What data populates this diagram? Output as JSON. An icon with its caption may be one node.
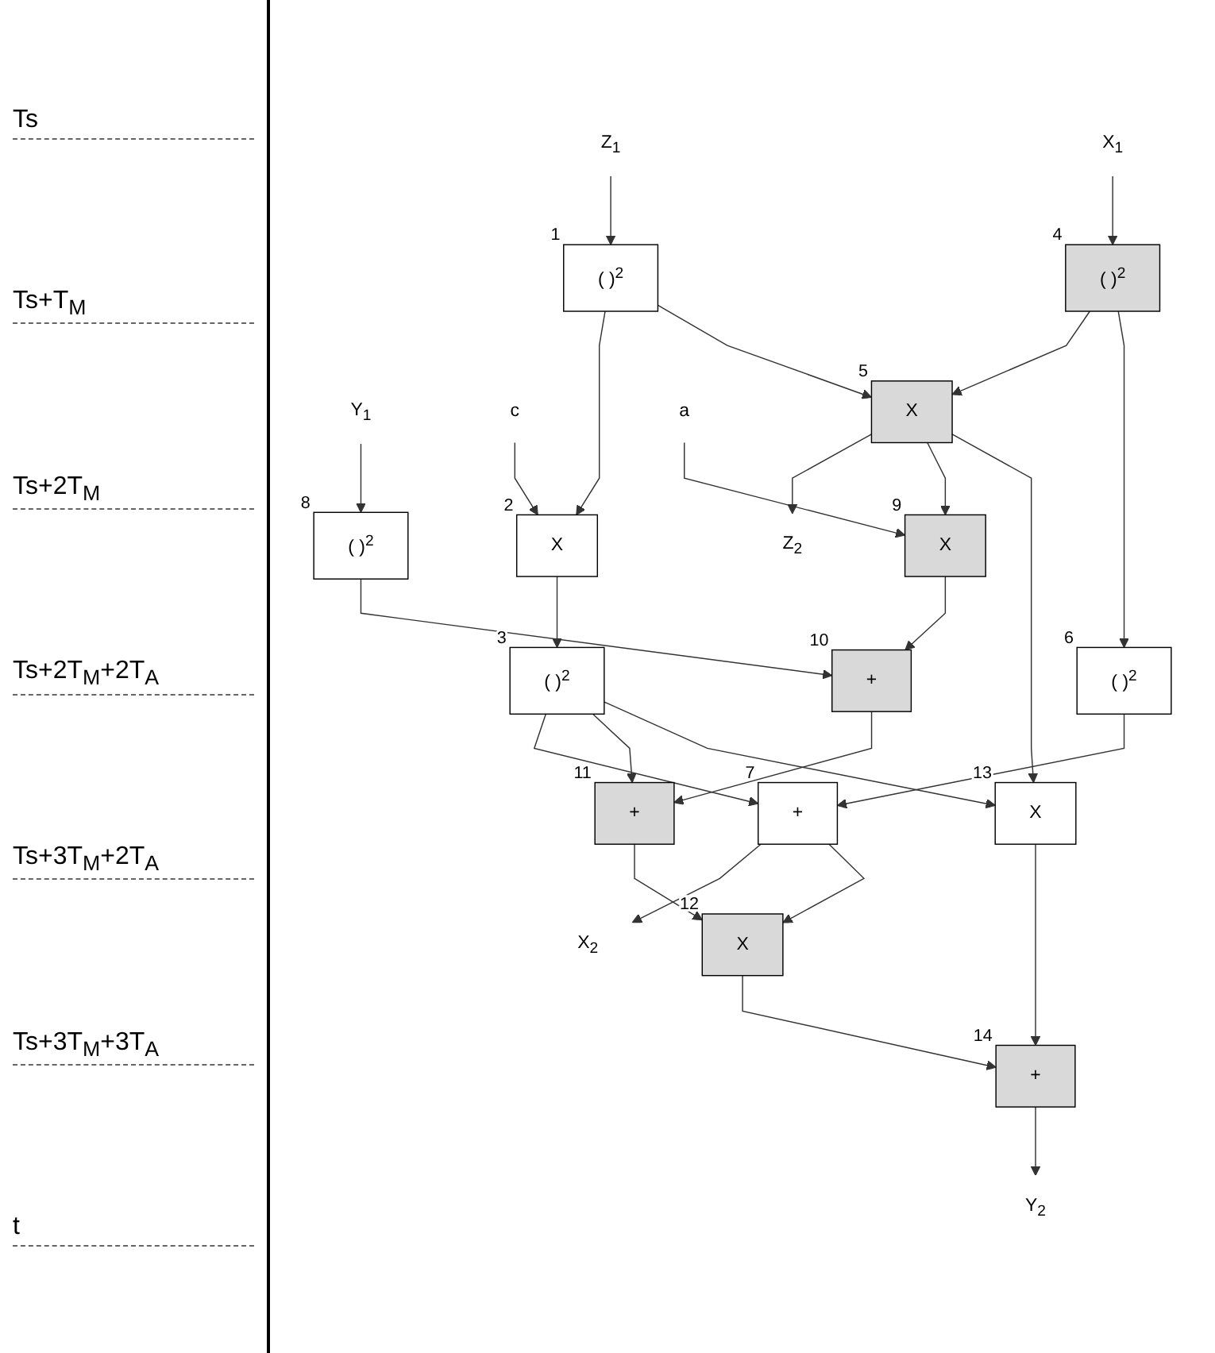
{
  "diagram": {
    "nodes": [
      {
        "text": [
          "Z$_{1}$"
        ]
      },
      {
        "text": [
          "X$_{1}$"
        ]
      },
      {
        "text": [
          "Y$_{1}$"
        ]
      },
      {
        "text": [
          "( )$^{2}$"
        ],
        "beside": [
          "1"
        ]
      },
      {
        "text": [
          "( )$^{2}$"
        ],
        "beside": [
          "4"
        ]
      },
      {
        "text": [
          "c"
        ]
      },
      {
        "text": [
          "X"
        ],
        "beside": [
          "2"
        ]
      },
      {
        "text": [
          "X"
        ],
        "beside": [
          "5"
        ]
      },
      {
        "text": [
          "Z$_{2}$"
        ]
      },
      {
        "text": [
          "( )$^{2}$"
        ],
        "beside": [
          "8"
        ]
      },
      {
        "text": [
          "( )$^{2}$"
        ],
        "beside": [
          "3"
        ]
      },
      {
        "text": [
          "( )$^{2}$"
        ],
        "beside": [
          "6"
        ]
      },
      {
        "text": [
          "X"
        ],
        "beside": [
          "9"
        ]
      },
      {
        "text": [
          "a"
        ]
      },
      {
        "text": [
          "+"
        ],
        "beside": [
          "7"
        ]
      },
      {
        "text": [
          "X$_{2}$"
        ]
      },
      {
        "text": [
          "+"
        ],
        "beside": [
          "10"
        ]
      },
      {
        "text": [
          "+"
        ],
        "beside": [
          "11"
        ]
      },
      {
        "text": [
          "X"
        ],
        "beside": [
          "13"
        ]
      },
      {
        "text": [
          "X"
        ],
        "beside": [
          "12"
        ]
      },
      {
        "text": [
          "+"
        ],
        "beside": [
          "14"
        ]
      },
      {
        "text": [
          "Y$_{2}$"
        ]
      }
    ],
    "edges": [
      {
        "from": 0,
        "to": 3,
        "arrow": "to"
      },
      {
        "from": 1,
        "to": 4,
        "arrow": "to"
      },
      {
        "from": 2,
        "to": 9,
        "arrow": "to"
      },
      {
        "from": 3,
        "to": 6,
        "arrow": "to"
      },
      {
        "from": 3,
        "to": 7,
        "arrow": "to"
      },
      {
        "from": 4,
        "to": 7,
        "arrow": "to"
      },
      {
        "from": 4,
        "to": 11,
        "arrow": "to"
      },
      {
        "from": 5,
        "to": 6,
        "arrow": "to"
      },
      {
        "from": 7,
        "to": 8,
        "arrow": "to"
      },
      {
        "from": 7,
        "to": 12,
        "arrow": "to"
      },
      {
        "from": 7,
        "to": 18,
        "arrow": "to"
      },
      {
        "from": 6,
        "to": 10,
        "arrow": "to"
      },
      {
        "from": 10,
        "to": 14,
        "arrow": "to"
      },
      {
        "from": 10,
        "to": 17,
        "arrow": "to"
      },
      {
        "from": 10,
        "to": 18,
        "arrow": "to"
      },
      {
        "from": 11,
        "to": 14,
        "arrow": "to"
      },
      {
        "from": 13,
        "to": 12,
        "arrow": "to"
      },
      {
        "from": 14,
        "to": 15,
        "arrow": "to"
      },
      {
        "from": 14,
        "to": 19,
        "arrow": "to"
      },
      {
        "from": 12,
        "to": 16,
        "arrow": "to"
      },
      {
        "from": 9,
        "to": 16,
        "arrow": "to"
      },
      {
        "from": 16,
        "to": 17,
        "arrow": "to"
      },
      {
        "from": 17,
        "to": 19,
        "arrow": "to"
      },
      {
        "from": 19,
        "to": 20,
        "arrow": "to"
      },
      {
        "from": 18,
        "to": 20,
        "arrow": "to"
      },
      {
        "from": 20,
        "to": 21,
        "arrow": "to"
      }
    ],
    "labels": [
      "Ts",
      "Ts+T$_{M}$",
      "Ts+2T$_{M}$",
      "Ts+2T$_{M}$+2T$_{A}$",
      "Ts+3T$_{M}$+2T$_{A}$",
      "Ts+3T$_{M}$+3T$_{A}$",
      "t"
    ]
  }
}
